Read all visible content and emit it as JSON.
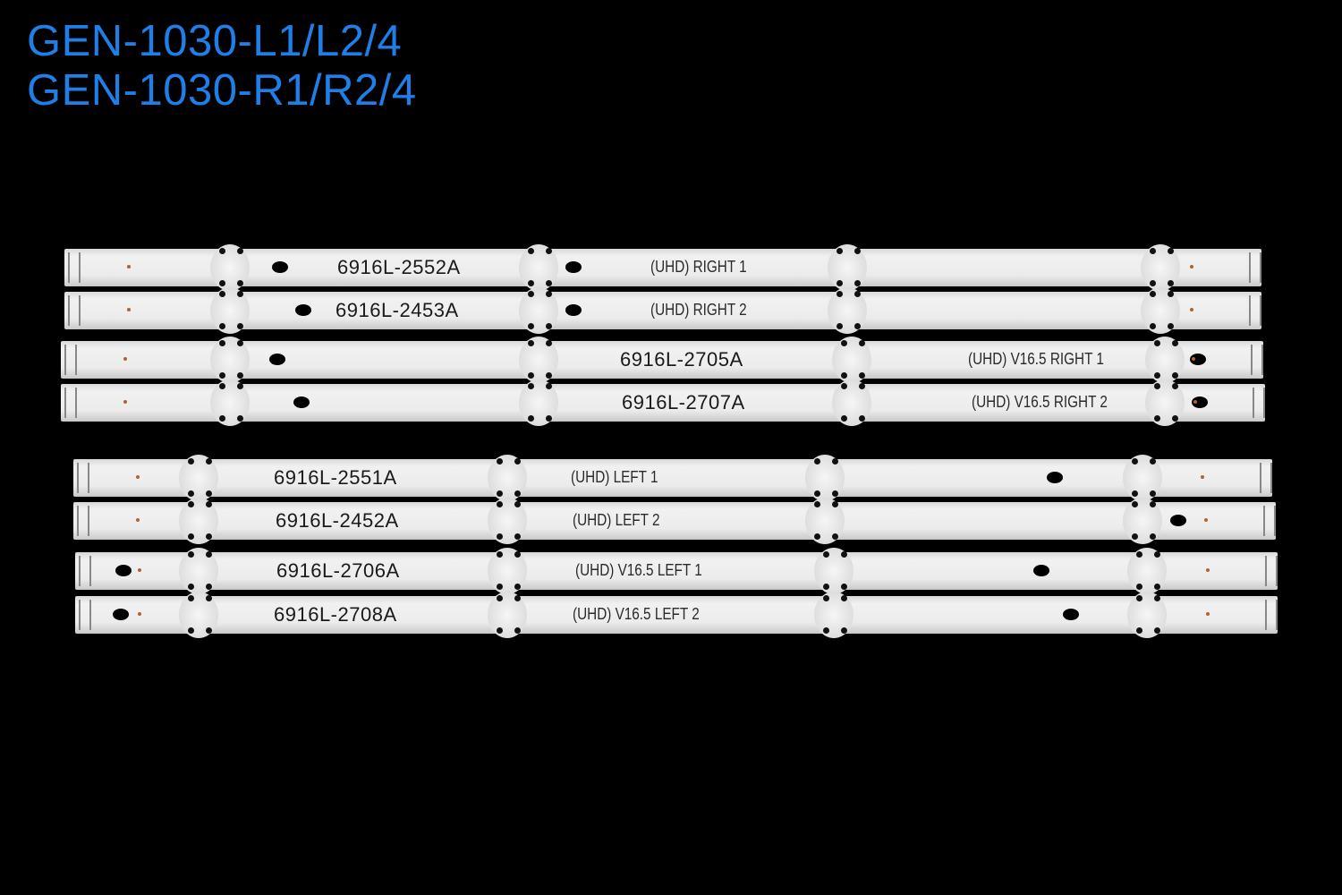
{
  "title_lines": [
    "GEN-1030-L1/L2/4",
    "GEN-1030-R1/R2/4"
  ],
  "accent_color": "#1f7fe8",
  "strips": [
    {
      "part_number": "6916L-2552A",
      "label": "(UHD) RIGHT 1"
    },
    {
      "part_number": "6916L-2453A",
      "label": "(UHD) RIGHT 2"
    },
    {
      "part_number": "6916L-2705A",
      "label": "(UHD) V16.5 RIGHT 1"
    },
    {
      "part_number": "6916L-2707A",
      "label": "(UHD) V16.5 RIGHT 2"
    },
    {
      "part_number": "6916L-2551A",
      "label": "(UHD) LEFT 1"
    },
    {
      "part_number": "6916L-2452A",
      "label": "(UHD) LEFT 2"
    },
    {
      "part_number": "6916L-2706A",
      "label": "(UHD) V16.5 LEFT 1"
    },
    {
      "part_number": "6916L-2708A",
      "label": "(UHD) V16.5 LEFT 2"
    }
  ]
}
